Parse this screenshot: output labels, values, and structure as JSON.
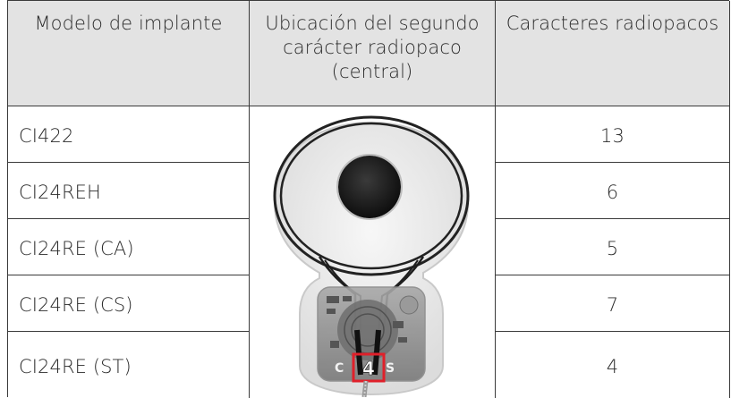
{
  "headers": {
    "model": "Modelo de implante",
    "location": "Ubicación del segundo carácter radiopaco (central)",
    "count": "Caracteres radiopacos"
  },
  "rows": [
    {
      "model": "CI422",
      "count": "13"
    },
    {
      "model": "CI24REH",
      "count": "6"
    },
    {
      "model": "CI24RE (CA)",
      "count": "5"
    },
    {
      "model": "CI24RE (CS)",
      "count": "7"
    },
    {
      "model": "CI24RE (ST)",
      "count": "4"
    }
  ],
  "image": {
    "highlighted_character": "4",
    "highlight_color": "#e0202a"
  }
}
